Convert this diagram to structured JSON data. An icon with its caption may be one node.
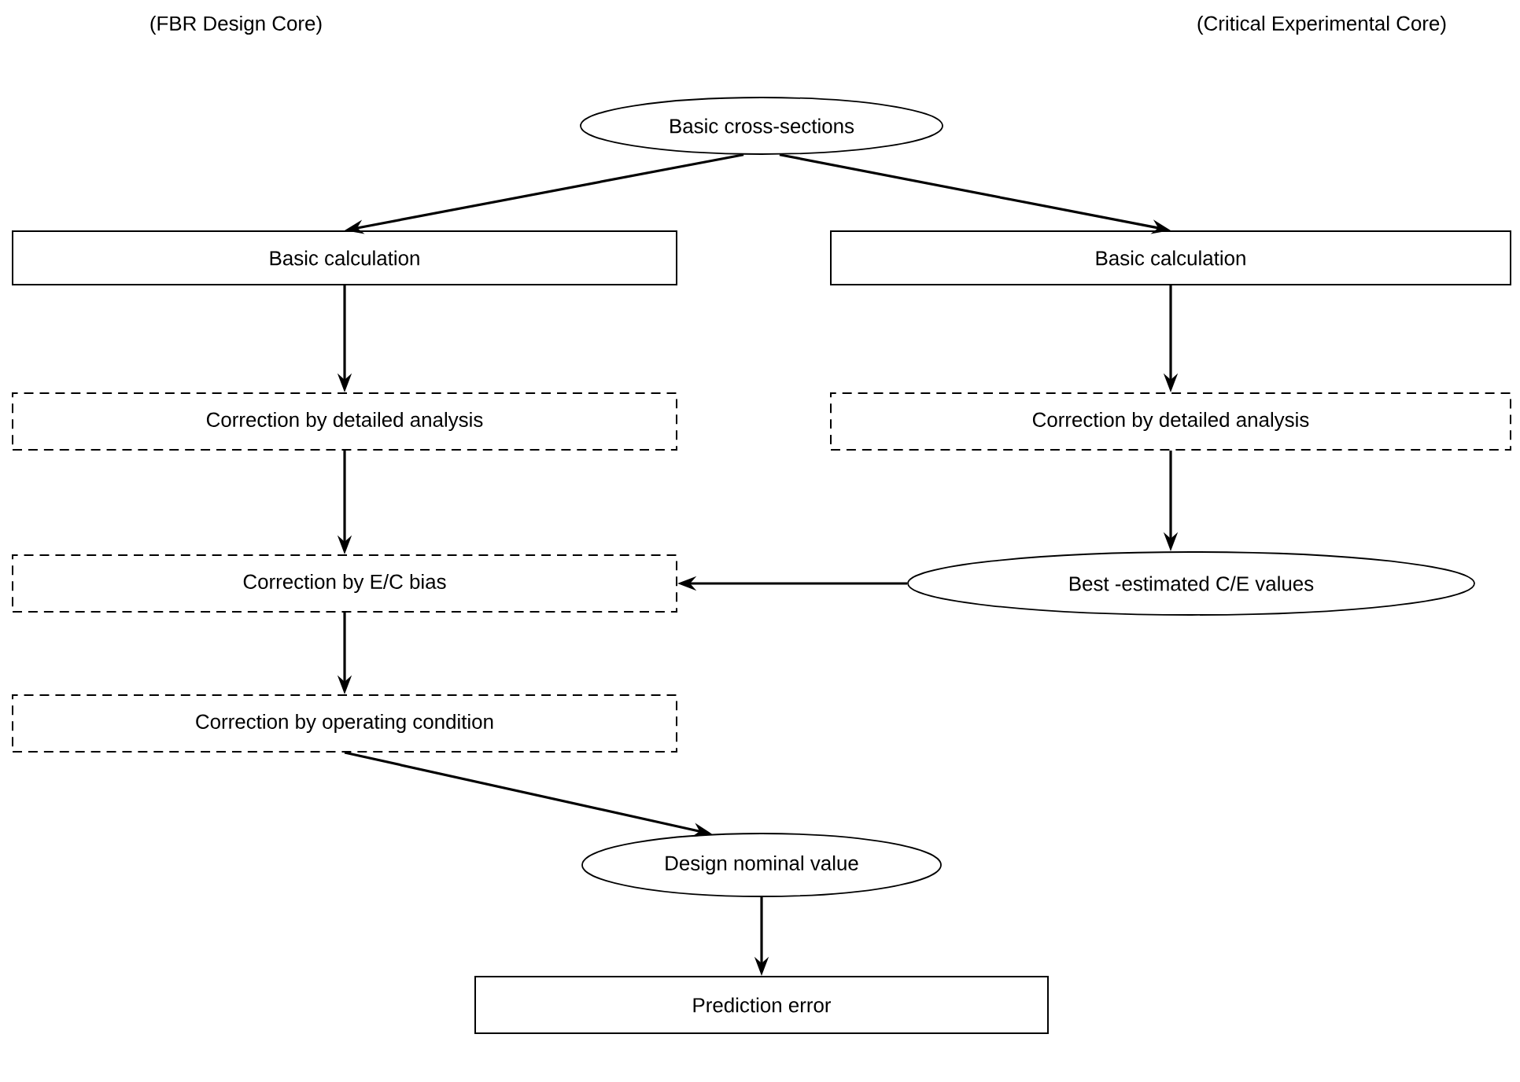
{
  "diagram": {
    "nodes": [
      {
        "text": [
          "Basic cross-sections"
        ]
      },
      {
        "text": [
          "Basic calculation"
        ]
      },
      {
        "text": [
          "Basic calculation"
        ]
      },
      {
        "text": [
          "Correction by detailed analysis"
        ]
      },
      {
        "text": [
          "Correction by detailed analysis"
        ]
      },
      {
        "text": [
          "Correction by E/C bias"
        ]
      },
      {
        "text": [
          "Best -estimated C/E values"
        ]
      },
      {
        "text": [
          "Correction by operating condition"
        ]
      },
      {
        "text": [
          "Design nominal value"
        ]
      },
      {
        "text": [
          "Prediction error"
        ]
      }
    ],
    "edges": [
      {
        "from": 0,
        "to": 1,
        "arrow": "to"
      },
      {
        "from": 0,
        "to": 2,
        "arrow": "to"
      },
      {
        "from": 1,
        "to": 3,
        "arrow": "to"
      },
      {
        "from": 2,
        "to": 4,
        "arrow": "to"
      },
      {
        "from": 3,
        "to": 5,
        "arrow": "to"
      },
      {
        "from": 4,
        "to": 6,
        "arrow": "to"
      },
      {
        "from": 6,
        "to": 5,
        "arrow": "to"
      },
      {
        "from": 5,
        "to": 7,
        "arrow": "to"
      },
      {
        "from": 7,
        "to": 8,
        "arrow": "to"
      },
      {
        "from": 8,
        "to": 9,
        "arrow": "to"
      }
    ],
    "labels": [
      "(FBR Design Core)",
      "(Critical Experimental Core)"
    ]
  }
}
